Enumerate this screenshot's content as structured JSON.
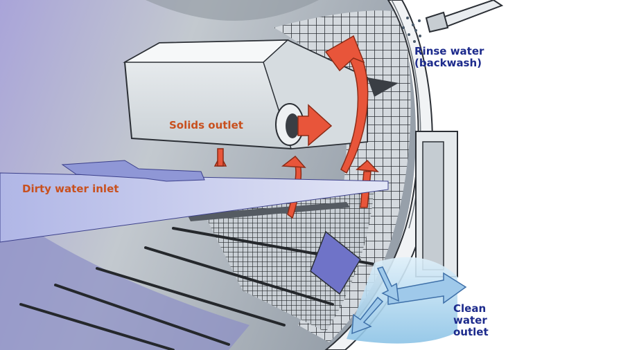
{
  "labels": {
    "solids_outlet": "Solids outlet",
    "dirty_water_inlet": "Dirty water inlet",
    "rinse_water": [
      "Rinse water",
      "(backwash)"
    ],
    "clean_water_outlet": [
      "Clean",
      "water",
      "outlet"
    ]
  },
  "colors": {
    "solids_arrow": "#e8553a",
    "label_orange": "#c8501e",
    "label_blue": "#1c2a8c",
    "water": "#b9c4ee",
    "clean_water": "#a9d3ec",
    "metal": "#dfe3e6",
    "drum_shade": "#8a8fc0"
  }
}
